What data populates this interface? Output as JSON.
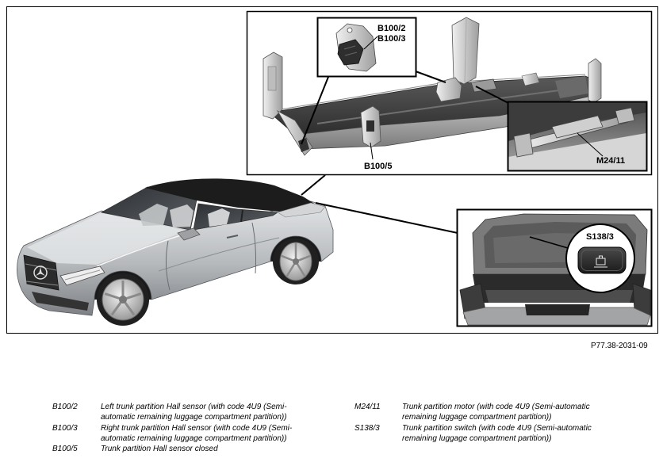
{
  "figure": {
    "labels": {
      "b100_2": "B100/2",
      "b100_3": "B100/3",
      "b100_5": "B100/5",
      "m24_11": "M24/11",
      "s138_3": "S138/3"
    },
    "figure_code": "P77.38-2031-09"
  },
  "legend": {
    "left_column": [
      {
        "code": "B100/2",
        "lines": [
          "Left trunk partition Hall sensor (with code 4U9 (Semi-",
          "automatic remaining luggage compartment partition))"
        ]
      },
      {
        "code": "B100/3",
        "lines": [
          "Right trunk partition Hall sensor (with code 4U9 (Semi-",
          "automatic remaining luggage compartment partition))"
        ]
      },
      {
        "code": "B100/5",
        "lines": [
          "Trunk partition Hall sensor closed"
        ]
      }
    ],
    "right_column": [
      {
        "code": "M24/11",
        "lines": [
          "Trunk partition motor (with code 4U9 (Semi-automatic",
          "remaining luggage compartment partition))"
        ]
      },
      {
        "code": "S138/3",
        "lines": [
          "Trunk partition switch (with code 4U9 (Semi-automatic",
          "remaining luggage compartment partition))"
        ]
      }
    ]
  },
  "icons": {
    "switch_symbol": "trunk-partition-symbol-icon"
  },
  "colors": {
    "frame": "#000000",
    "background": "#ffffff",
    "soft_top": "#1c1c1c",
    "legend_text": "#000000"
  }
}
